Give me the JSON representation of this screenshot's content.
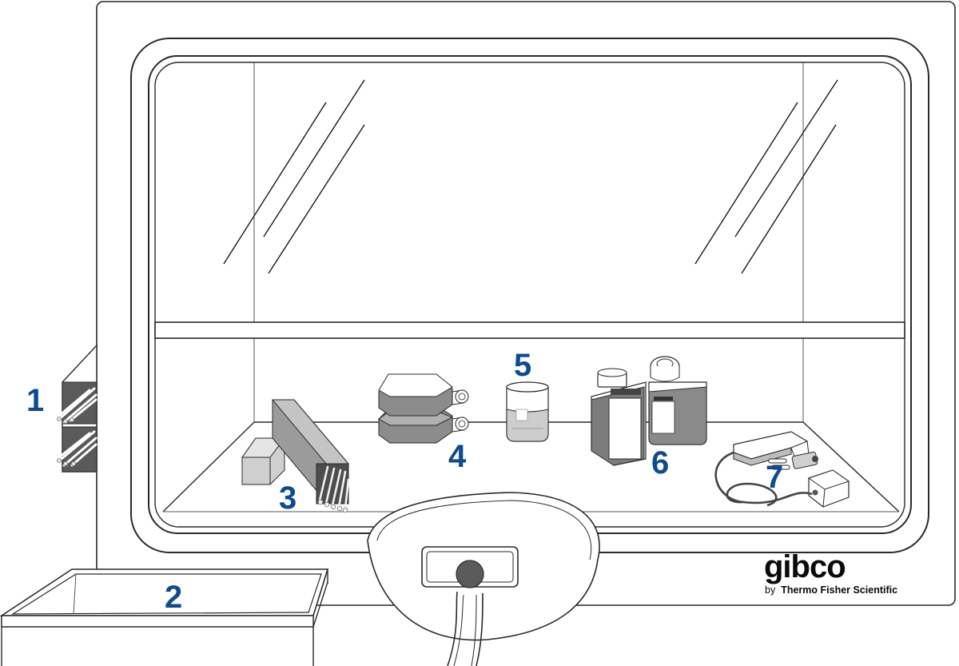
{
  "labels": {
    "n1": "1",
    "n2": "2",
    "n3": "3",
    "n4": "4",
    "n5": "5",
    "n6": "6",
    "n7": "7"
  },
  "brand": {
    "name": "gibco",
    "by": "by",
    "company": "Thermo Fisher Scientific"
  },
  "colors": {
    "label": "#0f4b8f",
    "outline": "#2a2a2a",
    "gray_fill": "#c8c8c8",
    "dark_fill": "#6a6a6a"
  }
}
